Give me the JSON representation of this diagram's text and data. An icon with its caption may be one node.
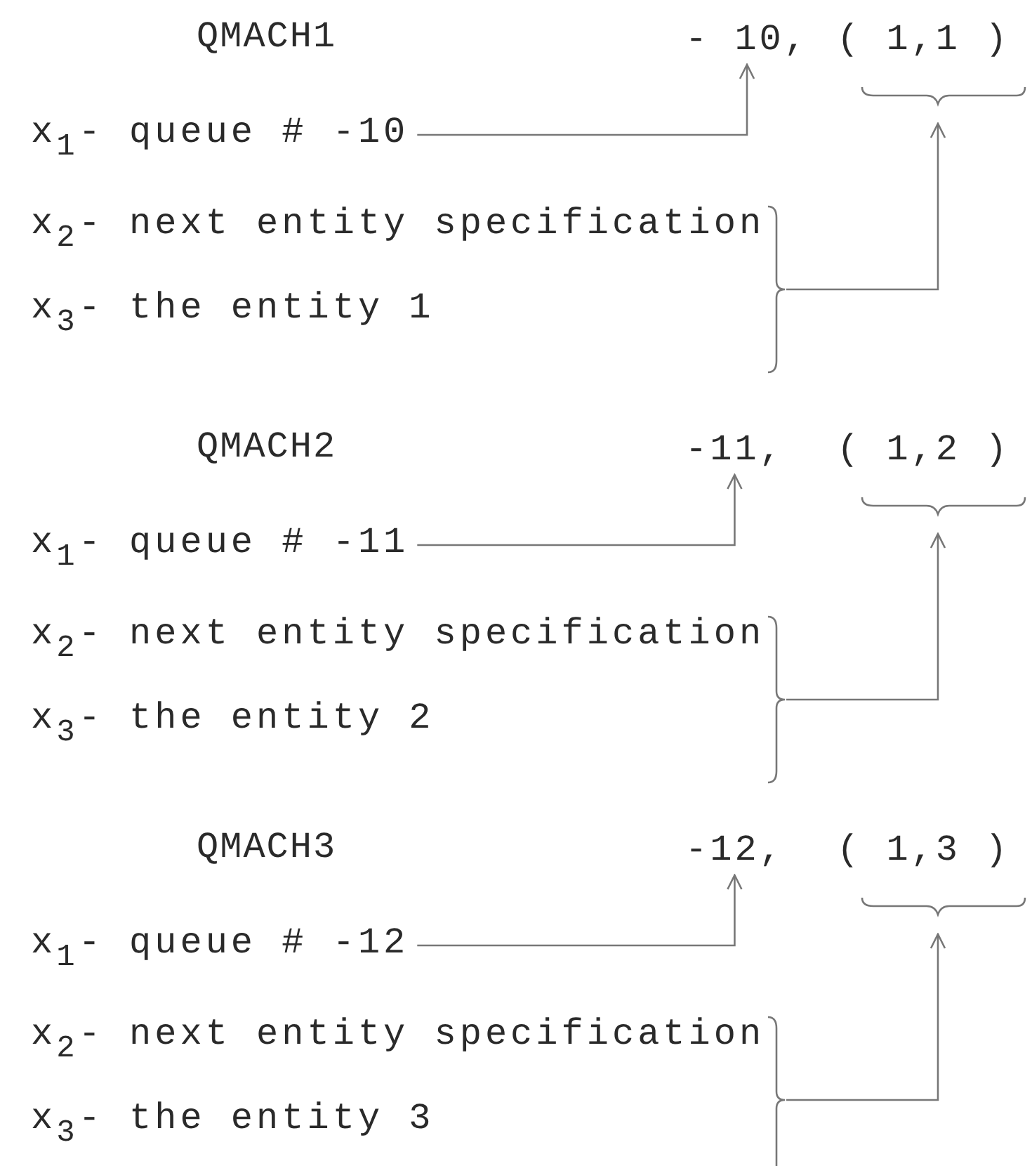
{
  "diagram": {
    "nodes": [
      {
        "text": [
          "- 10,"
        ]
      },
      {
        "text": [
          "( 1,1 )"
        ]
      },
      {
        "text": [
          "x$_{1}$- queue # -10"
        ]
      },
      {
        "text": [
          "x$_{2}$- next entity specification"
        ]
      },
      {
        "text": [
          "x$_{3}$- the entity 1"
        ]
      },
      {
        "text": [],
        "shape": "brace"
      },
      {
        "text": [
          "-11,"
        ]
      },
      {
        "text": [
          "( 1,2 )"
        ]
      },
      {
        "text": [
          "x$_{1}$- queue # -11"
        ]
      },
      {
        "text": [
          "x$_{2}$- next entity specification"
        ]
      },
      {
        "text": [
          "x$_{3}$- the entity 2"
        ]
      },
      {
        "text": [],
        "shape": "brace"
      },
      {
        "text": [
          "-12,"
        ]
      },
      {
        "text": [
          "( 1,3 )"
        ]
      },
      {
        "text": [
          "x$_{1}$- queue # -12"
        ]
      },
      {
        "text": [
          "x$_{2}$- next entity specification"
        ]
      },
      {
        "text": [
          "x$_{3}$- the entity 3"
        ]
      },
      {
        "text": [],
        "shape": "brace"
      }
    ],
    "edges": [
      {
        "from": 2,
        "to": 0,
        "arrow": "to"
      },
      {
        "from": 5,
        "to": 1,
        "arrow": "to"
      },
      {
        "from": 8,
        "to": 6,
        "arrow": "to"
      },
      {
        "from": 11,
        "to": 7,
        "arrow": "to"
      },
      {
        "from": 14,
        "to": 12,
        "arrow": "to"
      },
      {
        "from": 17,
        "to": 13,
        "arrow": "to"
      }
    ],
    "labels": [
      "QMACH1",
      "QMACH2",
      "QMACH3"
    ]
  }
}
